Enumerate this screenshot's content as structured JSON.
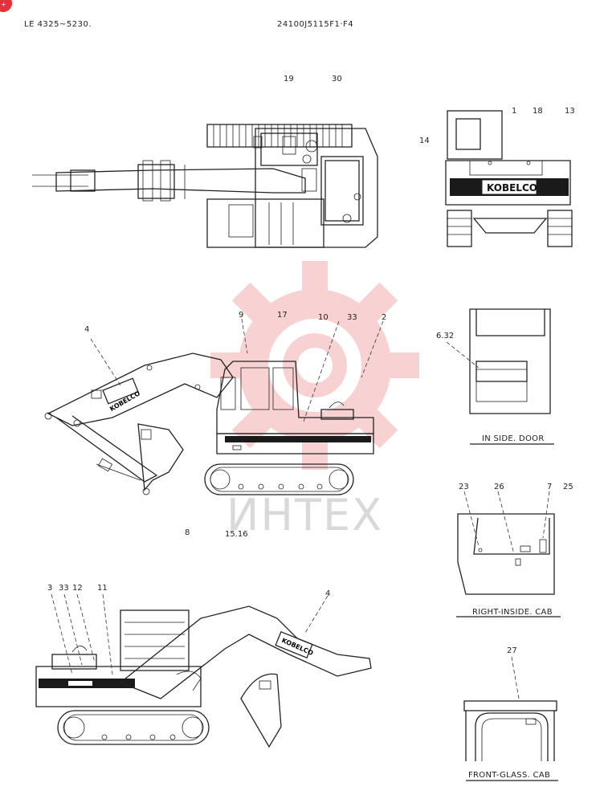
{
  "header": {
    "left_code": "LE 4325~5230.",
    "part_code": "24100J5115F1·F4"
  },
  "brand": "KOBELCO",
  "watermark": "ИНТЕХ",
  "captions": {
    "inside_door": "IN SIDE. DOOR",
    "right_inside_cab": "RIGHT-INSIDE. CAB",
    "front_glass_cab": "FRONT-GLASS. CAB"
  },
  "callouts": {
    "top_19": "19",
    "top_30": "30",
    "rear_1": "1",
    "rear_18": "18",
    "rear_13": "13",
    "rear_14": "14",
    "side_4": "4",
    "side_9": "9",
    "side_17": "17",
    "side_10": "10",
    "side_33": "33",
    "side_2": "2",
    "side_8": "8",
    "side_15_16": "15.16",
    "door_6_32": "6.32",
    "cab_23": "23",
    "cab_26": "26",
    "cab_7": "7",
    "cab_25": "25",
    "left_3": "3",
    "left_33": "33",
    "left_12": "12",
    "left_11": "11",
    "left_4": "4",
    "glass_27": "27"
  },
  "colors": {
    "line": "#222222",
    "watermark_red": "#f4b6b6",
    "badge_red": "#e8303a"
  }
}
